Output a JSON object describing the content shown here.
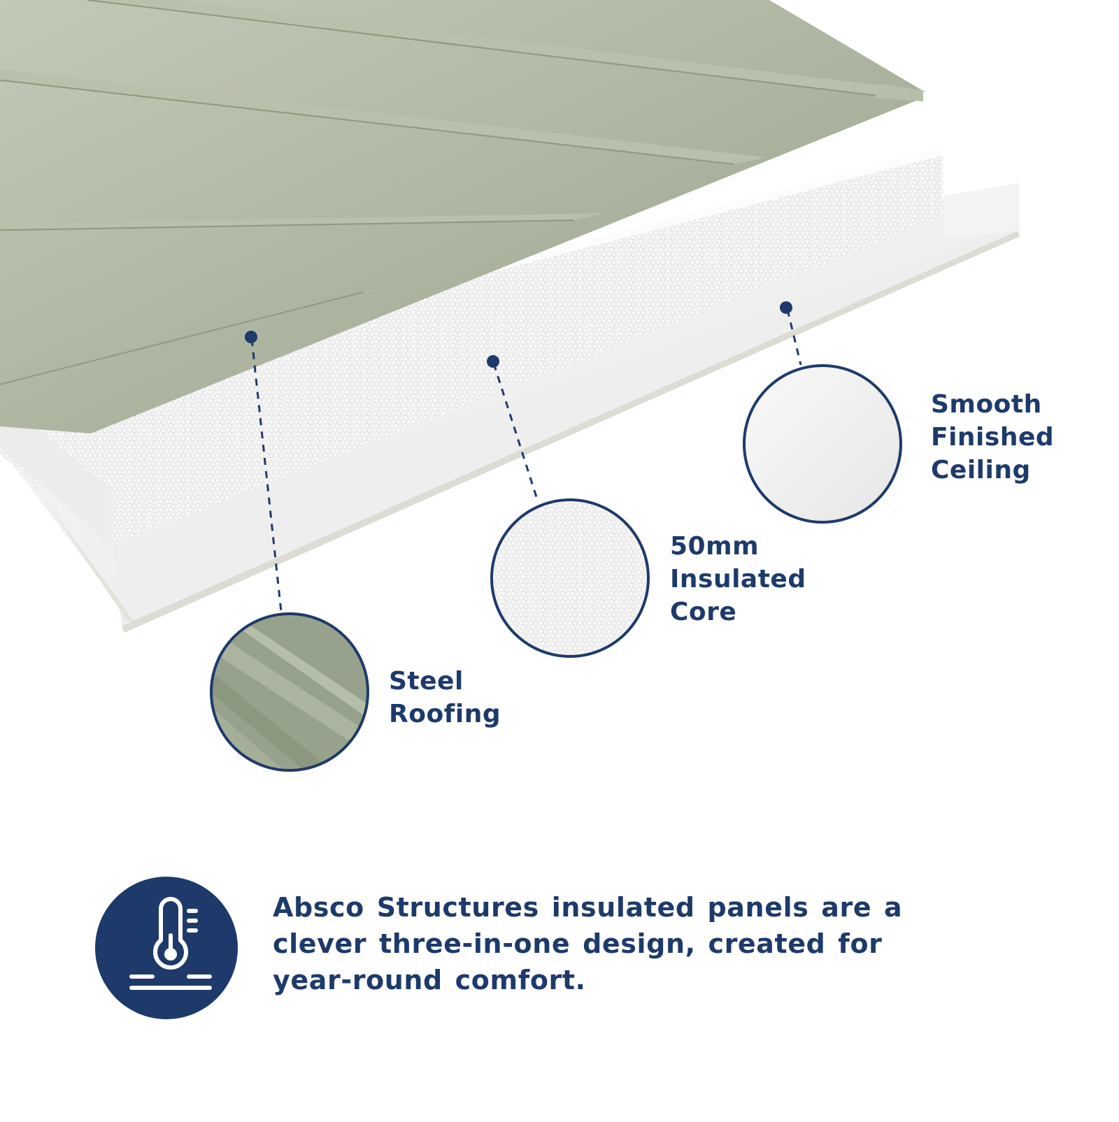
{
  "callouts": {
    "steel_roofing": [
      "Steel",
      "Roofing"
    ],
    "insulated_core": [
      "50mm",
      "Insulated",
      "Core"
    ],
    "smooth_ceiling": [
      "Smooth",
      "Finished",
      "Ceiling"
    ]
  },
  "tagline": "Absco Structures insulated panels are a clever three-in-one design, created for year-round comfort.",
  "icon": "thermometer-insulation-icon",
  "colors": {
    "brand_navy": "#1e3a6b",
    "steel_green": "#a9b19c",
    "foam_white": "#f2f2f2",
    "ceiling_white": "#f7f7f7"
  }
}
